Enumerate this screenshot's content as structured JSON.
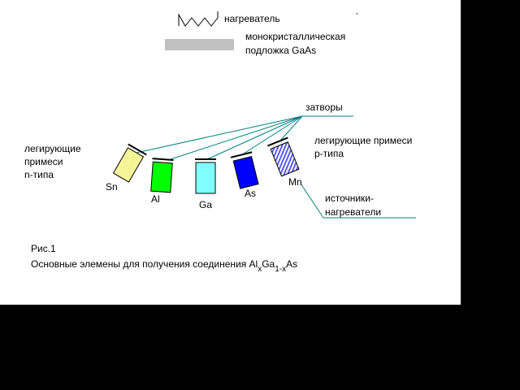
{
  "legend": {
    "heater_label": "нагреватель",
    "substrate_label_line1": "монокристаллическая",
    "substrate_label_line2": "подложка GaAs"
  },
  "labels": {
    "gates": "затворы",
    "n_dopants_line1": "легирующие",
    "n_dopants_line2": "примеси",
    "n_dopants_line3": "n-типа",
    "p_dopants_line1": "легирующие примеси",
    "p_dopants_line2": "р-типа",
    "sources_line1": "источники-",
    "sources_line2": "нагреватели"
  },
  "sources": [
    {
      "symbol": "Sn",
      "color": "#F5F598"
    },
    {
      "symbol": "Al",
      "color": "#00FF00"
    },
    {
      "symbol": "Ga",
      "color": "#80FFFF"
    },
    {
      "symbol": "As",
      "color": "#0000FF"
    },
    {
      "symbol": "Mn",
      "color": "#5A5AF0"
    }
  ],
  "caption": {
    "figure": "Рис.1",
    "text": "Основные элемены для получения соединения ",
    "f_al": "Al",
    "f_x1": "x",
    "f_ga": "Ga",
    "f_1x": "1-x",
    "f_as": "As"
  },
  "colors": {
    "leader_line": "#008080",
    "substrate": "#C0C0C0",
    "frame": "#000000"
  }
}
